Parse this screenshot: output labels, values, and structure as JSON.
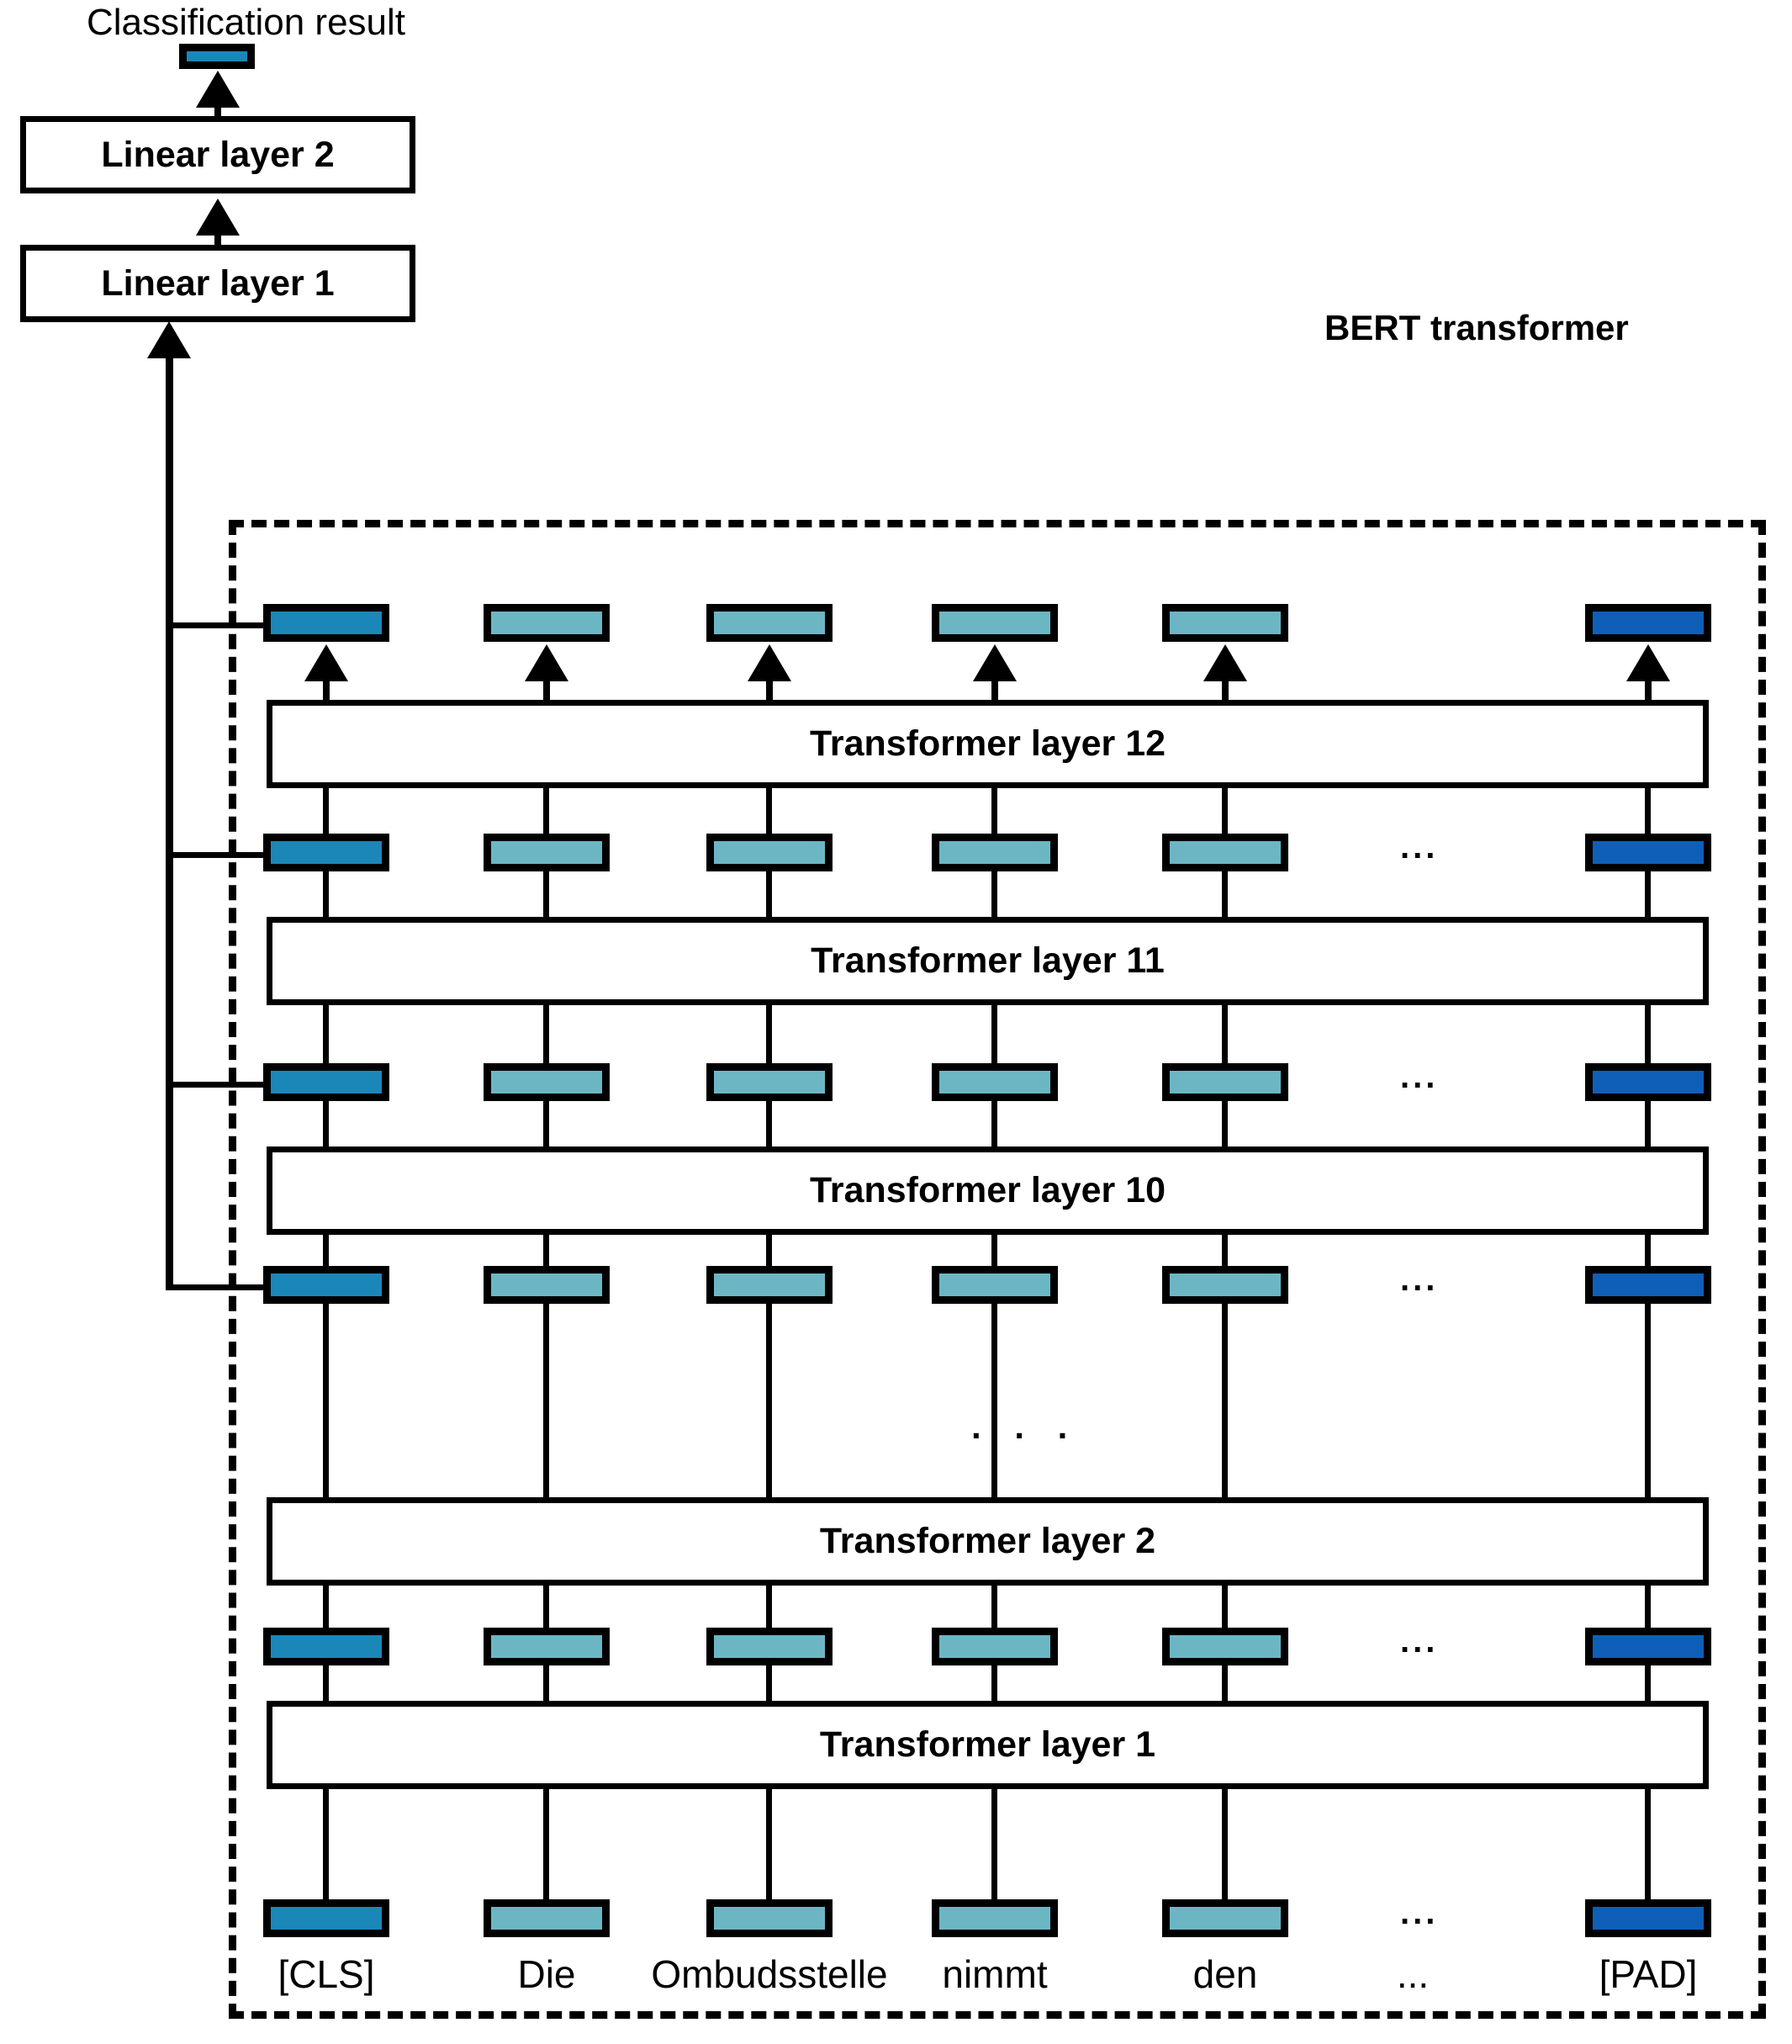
{
  "diagram": {
    "title_top": "Classification result",
    "group_label": "BERT transformer",
    "heads": {
      "linear2": "Linear layer 2",
      "linear1": "Linear layer 1"
    },
    "transformer_layers": [
      "Transformer layer 12",
      "Transformer layer 11",
      "Transformer layer 10",
      "Transformer layer 2",
      "Transformer layer 1"
    ],
    "vertical_skip_marker": ". . .",
    "row_ellipsis": "...",
    "tokens": [
      {
        "label": "[CLS]",
        "kind": "cls"
      },
      {
        "label": "Die",
        "kind": "word"
      },
      {
        "label": "Ombudsstelle",
        "kind": "word"
      },
      {
        "label": "nimmt",
        "kind": "word"
      },
      {
        "label": "den",
        "kind": "word"
      },
      {
        "label": "...",
        "kind": "ellipsis"
      },
      {
        "label": "[PAD]",
        "kind": "pad"
      }
    ],
    "colors": {
      "cls": "#1b87b8",
      "word": "#6cb6c4",
      "pad": "#0f5fb8",
      "outline": "#000000",
      "background": "#ffffff",
      "result": "#1b87b8"
    }
  }
}
